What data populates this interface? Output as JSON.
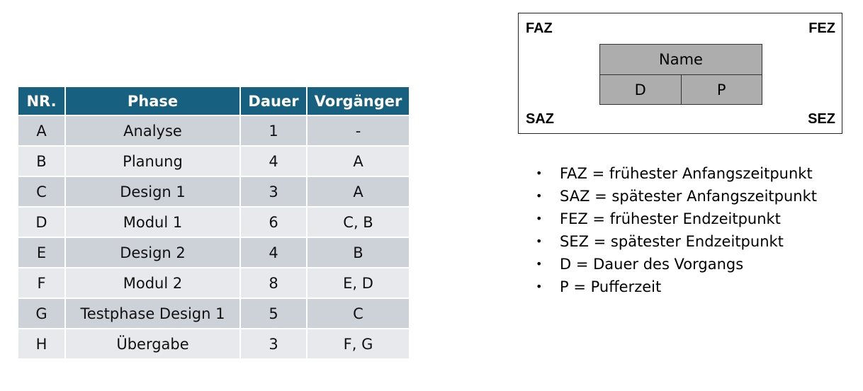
{
  "table": {
    "headers": [
      "NR.",
      "Phase",
      "Dauer",
      "Vorgänger"
    ],
    "rows": [
      [
        "A",
        "Analyse",
        "1",
        "-"
      ],
      [
        "B",
        "Planung",
        "4",
        "A"
      ],
      [
        "C",
        "Design 1",
        "3",
        "A"
      ],
      [
        "D",
        "Modul 1",
        "6",
        "C, B"
      ],
      [
        "E",
        "Design 2",
        "4",
        "B"
      ],
      [
        "F",
        "Modul 2",
        "8",
        "E, D"
      ],
      [
        "G",
        "Testphase Design 1",
        "5",
        "C"
      ],
      [
        "H",
        "Übergabe",
        "3",
        "F, G"
      ]
    ],
    "colors": {
      "header_bg": "#17607f",
      "row_dark": "#cdd2d8",
      "row_light": "#e7e9ec"
    }
  },
  "node": {
    "top_left": "FAZ",
    "top_right": "FEZ",
    "bottom_left": "SAZ",
    "bottom_right": "SEZ",
    "name": "Name",
    "left_cell": "D",
    "right_cell": "P",
    "inner_color": "#adadad"
  },
  "legend": {
    "bullet": "•",
    "items": [
      "FAZ = frühester Anfangszeitpunkt",
      "SAZ = spätester Anfangszeitpunkt",
      "FEZ = frühester Endzeitpunkt",
      "SEZ = spätester Endzeitpunkt",
      "D = Dauer des Vorgangs",
      "P = Pufferzeit"
    ]
  }
}
